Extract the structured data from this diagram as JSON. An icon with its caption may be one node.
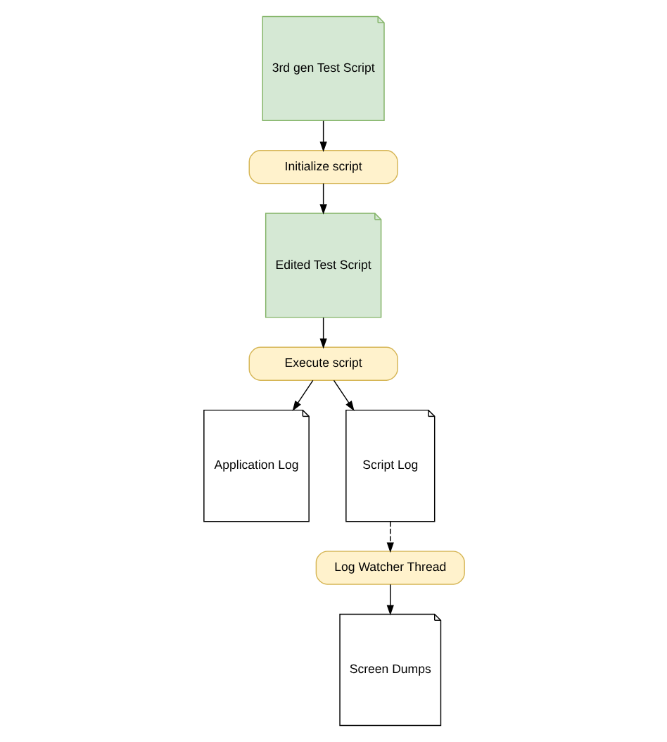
{
  "diagram": {
    "nodes": [
      {
        "text": [
          "3rd gen Test Script"
        ]
      },
      {
        "text": [
          "Initialize script"
        ]
      },
      {
        "text": [
          "Edited Test Script"
        ]
      },
      {
        "text": [
          "Execute script"
        ]
      },
      {
        "text": [
          "Application Log"
        ]
      },
      {
        "text": [
          "Script Log"
        ]
      },
      {
        "text": [
          "Log Watcher Thread"
        ]
      },
      {
        "text": [
          "Screen Dumps"
        ]
      }
    ],
    "edges": [
      {
        "from": 0,
        "to": 1,
        "arrow": "to"
      },
      {
        "from": 1,
        "to": 2,
        "arrow": "to"
      },
      {
        "from": 2,
        "to": 3,
        "arrow": "to"
      },
      {
        "from": 3,
        "to": 4,
        "arrow": "to"
      },
      {
        "from": 3,
        "to": 5,
        "arrow": "to"
      },
      {
        "from": 5,
        "to": 6,
        "arrow": "to",
        "style": "dashed"
      },
      {
        "from": 6,
        "to": 7,
        "arrow": "to"
      }
    ]
  }
}
